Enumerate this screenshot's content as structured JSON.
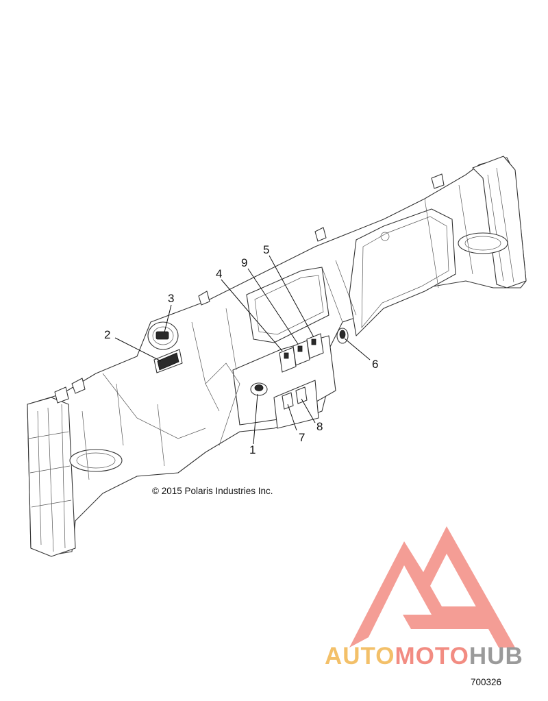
{
  "callouts": [
    {
      "id": "c1",
      "label": "1"
    },
    {
      "id": "c2",
      "label": "2"
    },
    {
      "id": "c3",
      "label": "3"
    },
    {
      "id": "c4",
      "label": "4"
    },
    {
      "id": "c5",
      "label": "5"
    },
    {
      "id": "c6",
      "label": "6"
    },
    {
      "id": "c7",
      "label": "7"
    },
    {
      "id": "c8",
      "label": "8"
    },
    {
      "id": "c9",
      "label": "9"
    }
  ],
  "copyright": "© 2015 Polaris Industries Inc.",
  "figure_id": "700326",
  "watermark": {
    "brand_part1": "AUTO",
    "brand_part2": "MOTO",
    "brand_part3": "HUB",
    "colors": {
      "auto": "#f3c069",
      "moto": "#f28c82",
      "hub": "#9a9a9a",
      "logo": "#f28c82"
    }
  },
  "icons": {
    "logo": "triangle-m-logo-icon"
  }
}
